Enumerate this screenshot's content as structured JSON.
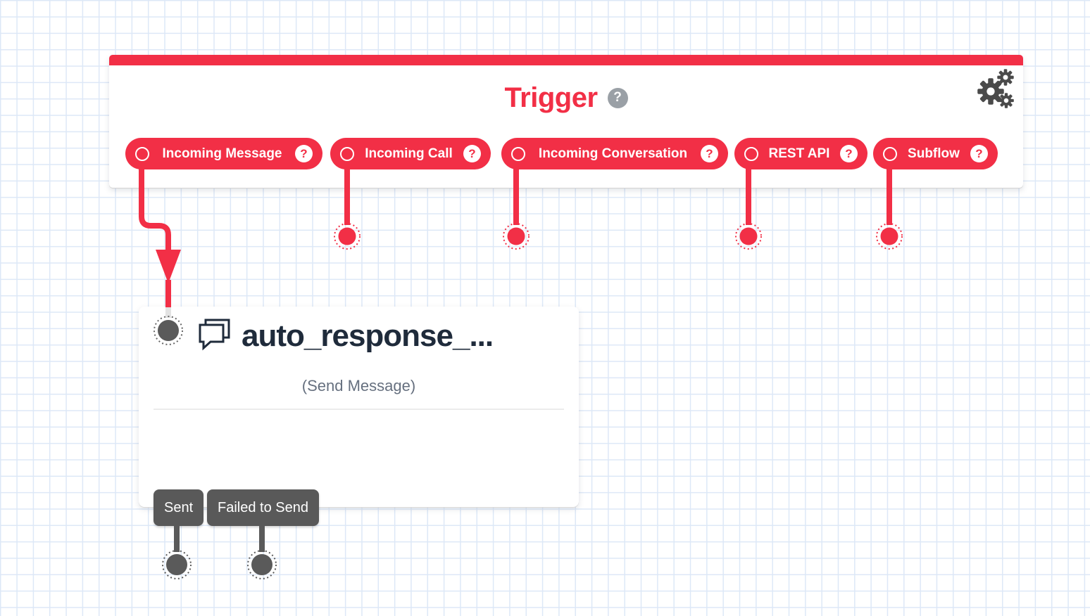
{
  "colors": {
    "accent_red": "#F22F46",
    "grid_line": "#dde8f7",
    "widget_title_navy": "#1F2B3B",
    "subtitle_gray": "#66707F",
    "transition_gray": "#595959",
    "help_gray": "#9aa0a6",
    "gear_gray": "#4a4a4a"
  },
  "trigger_panel": {
    "title": "Trigger",
    "help": "?",
    "gear_icon": "settings-gears",
    "pills": [
      {
        "label": "Incoming Message",
        "help": "?"
      },
      {
        "label": "Incoming Call",
        "help": "?"
      },
      {
        "label": "Incoming Conversation",
        "help": "?"
      },
      {
        "label": "REST API",
        "help": "?"
      },
      {
        "label": "Subflow",
        "help": "?"
      }
    ]
  },
  "widget": {
    "title": "auto_response_...",
    "subtitle": "(Send Message)",
    "icon": "send-message-icon",
    "transitions": [
      {
        "label": "Sent"
      },
      {
        "label": "Failed to Send"
      }
    ]
  }
}
